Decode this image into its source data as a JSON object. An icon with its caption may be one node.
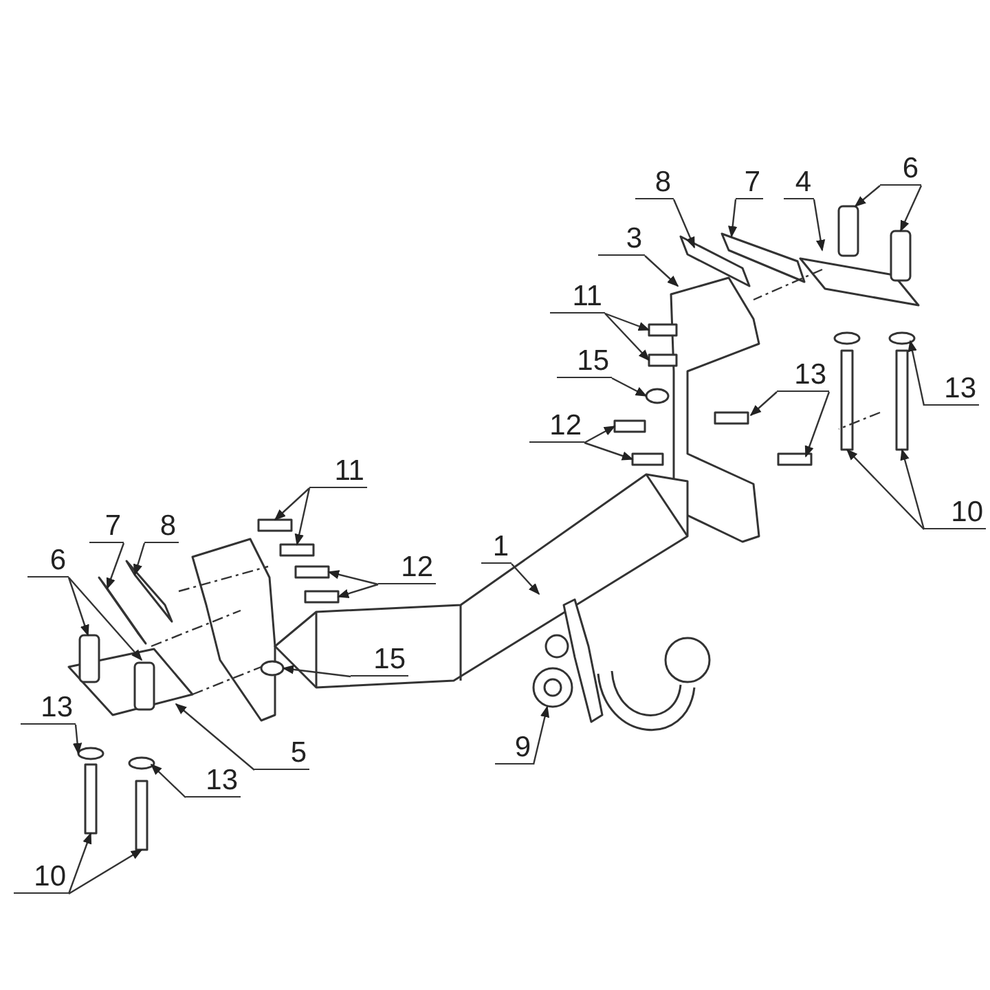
{
  "diagram": {
    "nodes": [
      {
        "text": [
          "8"
        ]
      },
      {
        "text": [
          "7"
        ]
      },
      {
        "text": [
          "4"
        ]
      },
      {
        "text": [
          "6"
        ]
      },
      {
        "text": [
          "3"
        ]
      },
      {
        "text": [
          "11"
        ]
      },
      {
        "text": [
          "15"
        ]
      },
      {
        "text": [
          "13"
        ]
      },
      {
        "text": [
          "13"
        ]
      },
      {
        "text": [
          "12"
        ]
      },
      {
        "text": [
          "10"
        ]
      },
      {
        "text": [
          "11"
        ]
      },
      {
        "text": [
          "8"
        ]
      },
      {
        "text": [
          "7"
        ]
      },
      {
        "text": [
          "12"
        ]
      },
      {
        "text": [
          "1"
        ]
      },
      {
        "text": [
          "15"
        ]
      },
      {
        "text": [
          "6"
        ]
      },
      {
        "text": [
          "13"
        ]
      },
      {
        "text": [
          "5"
        ]
      },
      {
        "text": [
          "13"
        ]
      },
      {
        "text": [
          "9"
        ]
      },
      {
        "text": [
          "10"
        ]
      }
    ],
    "edges": [
      {
        "from": 0,
        "to": null,
        "arrow": "to"
      },
      {
        "from": 1,
        "to": null,
        "arrow": "to"
      },
      {
        "from": 2,
        "to": null,
        "arrow": "to"
      },
      {
        "from": 3,
        "to": null,
        "arrow": "to"
      },
      {
        "from": 3,
        "to": null,
        "arrow": "to"
      },
      {
        "from": 4,
        "to": null,
        "arrow": "to"
      },
      {
        "from": 5,
        "to": null,
        "arrow": "to"
      },
      {
        "from": 5,
        "to": null,
        "arrow": "to"
      },
      {
        "from": 6,
        "to": null,
        "arrow": "to"
      },
      {
        "from": 7,
        "to": null,
        "arrow": "to"
      },
      {
        "from": 8,
        "to": null,
        "arrow": "to"
      },
      {
        "from": 8,
        "to": null,
        "arrow": "to"
      },
      {
        "from": 9,
        "to": null,
        "arrow": "to"
      },
      {
        "from": 9,
        "to": null,
        "arrow": "to"
      },
      {
        "from": 10,
        "to": null,
        "arrow": "to"
      },
      {
        "from": 10,
        "to": null,
        "arrow": "to"
      },
      {
        "from": 11,
        "to": null,
        "arrow": "to"
      },
      {
        "from": 11,
        "to": null,
        "arrow": "to"
      },
      {
        "from": 12,
        "to": null,
        "arrow": "to"
      },
      {
        "from": 13,
        "to": null,
        "arrow": "to"
      },
      {
        "from": 14,
        "to": null,
        "arrow": "to"
      },
      {
        "from": 14,
        "to": null,
        "arrow": "to"
      },
      {
        "from": 15,
        "to": null,
        "arrow": "to"
      },
      {
        "from": 16,
        "to": null,
        "arrow": "to"
      },
      {
        "from": 17,
        "to": null,
        "arrow": "to"
      },
      {
        "from": 17,
        "to": null,
        "arrow": "to"
      },
      {
        "from": 18,
        "to": null,
        "arrow": "to"
      },
      {
        "from": 19,
        "to": null,
        "arrow": "to"
      },
      {
        "from": 20,
        "to": null,
        "arrow": "to"
      },
      {
        "from": 21,
        "to": null,
        "arrow": "to"
      },
      {
        "from": 22,
        "to": null,
        "arrow": "to"
      },
      {
        "from": 22,
        "to": null,
        "arrow": "to"
      }
    ]
  }
}
